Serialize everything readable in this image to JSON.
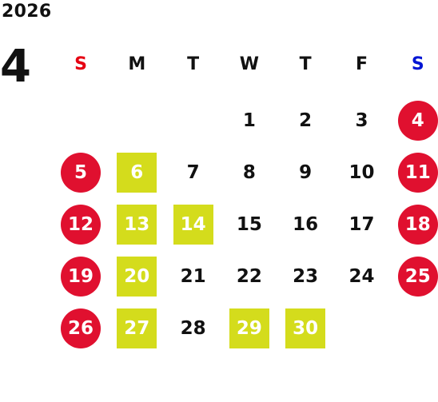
{
  "header": {
    "year": "2026",
    "month": "4"
  },
  "weekdays": [
    {
      "label": "S",
      "color": "#e60012"
    },
    {
      "label": "M",
      "color": "#111111"
    },
    {
      "label": "T",
      "color": "#111111"
    },
    {
      "label": "W",
      "color": "#111111"
    },
    {
      "label": "T",
      "color": "#111111"
    },
    {
      "label": "F",
      "color": "#111111"
    },
    {
      "label": "S",
      "color": "#0015d4"
    }
  ],
  "colors": {
    "holiday": "#e0102f",
    "special": "#d4dc1c"
  },
  "days": [
    {
      "label": "1",
      "week": 0,
      "dow": 3,
      "style": "normal"
    },
    {
      "label": "2",
      "week": 0,
      "dow": 4,
      "style": "normal"
    },
    {
      "label": "3",
      "week": 0,
      "dow": 5,
      "style": "normal"
    },
    {
      "label": "4",
      "week": 0,
      "dow": 6,
      "style": "holiday"
    },
    {
      "label": "5",
      "week": 1,
      "dow": 0,
      "style": "holiday"
    },
    {
      "label": "6",
      "week": 1,
      "dow": 1,
      "style": "special"
    },
    {
      "label": "7",
      "week": 1,
      "dow": 2,
      "style": "normal"
    },
    {
      "label": "8",
      "week": 1,
      "dow": 3,
      "style": "normal"
    },
    {
      "label": "9",
      "week": 1,
      "dow": 4,
      "style": "normal"
    },
    {
      "label": "10",
      "week": 1,
      "dow": 5,
      "style": "normal"
    },
    {
      "label": "11",
      "week": 1,
      "dow": 6,
      "style": "holiday"
    },
    {
      "label": "12",
      "week": 2,
      "dow": 0,
      "style": "holiday"
    },
    {
      "label": "13",
      "week": 2,
      "dow": 1,
      "style": "special"
    },
    {
      "label": "14",
      "week": 2,
      "dow": 2,
      "style": "special"
    },
    {
      "label": "15",
      "week": 2,
      "dow": 3,
      "style": "normal"
    },
    {
      "label": "16",
      "week": 2,
      "dow": 4,
      "style": "normal"
    },
    {
      "label": "17",
      "week": 2,
      "dow": 5,
      "style": "normal"
    },
    {
      "label": "18",
      "week": 2,
      "dow": 6,
      "style": "holiday"
    },
    {
      "label": "19",
      "week": 3,
      "dow": 0,
      "style": "holiday"
    },
    {
      "label": "20",
      "week": 3,
      "dow": 1,
      "style": "special"
    },
    {
      "label": "21",
      "week": 3,
      "dow": 2,
      "style": "normal"
    },
    {
      "label": "22",
      "week": 3,
      "dow": 3,
      "style": "normal"
    },
    {
      "label": "23",
      "week": 3,
      "dow": 4,
      "style": "normal"
    },
    {
      "label": "24",
      "week": 3,
      "dow": 5,
      "style": "normal"
    },
    {
      "label": "25",
      "week": 3,
      "dow": 6,
      "style": "holiday"
    },
    {
      "label": "26",
      "week": 4,
      "dow": 0,
      "style": "holiday"
    },
    {
      "label": "27",
      "week": 4,
      "dow": 1,
      "style": "special"
    },
    {
      "label": "28",
      "week": 4,
      "dow": 2,
      "style": "normal"
    },
    {
      "label": "29",
      "week": 4,
      "dow": 3,
      "style": "special"
    },
    {
      "label": "30",
      "week": 4,
      "dow": 4,
      "style": "special"
    }
  ]
}
